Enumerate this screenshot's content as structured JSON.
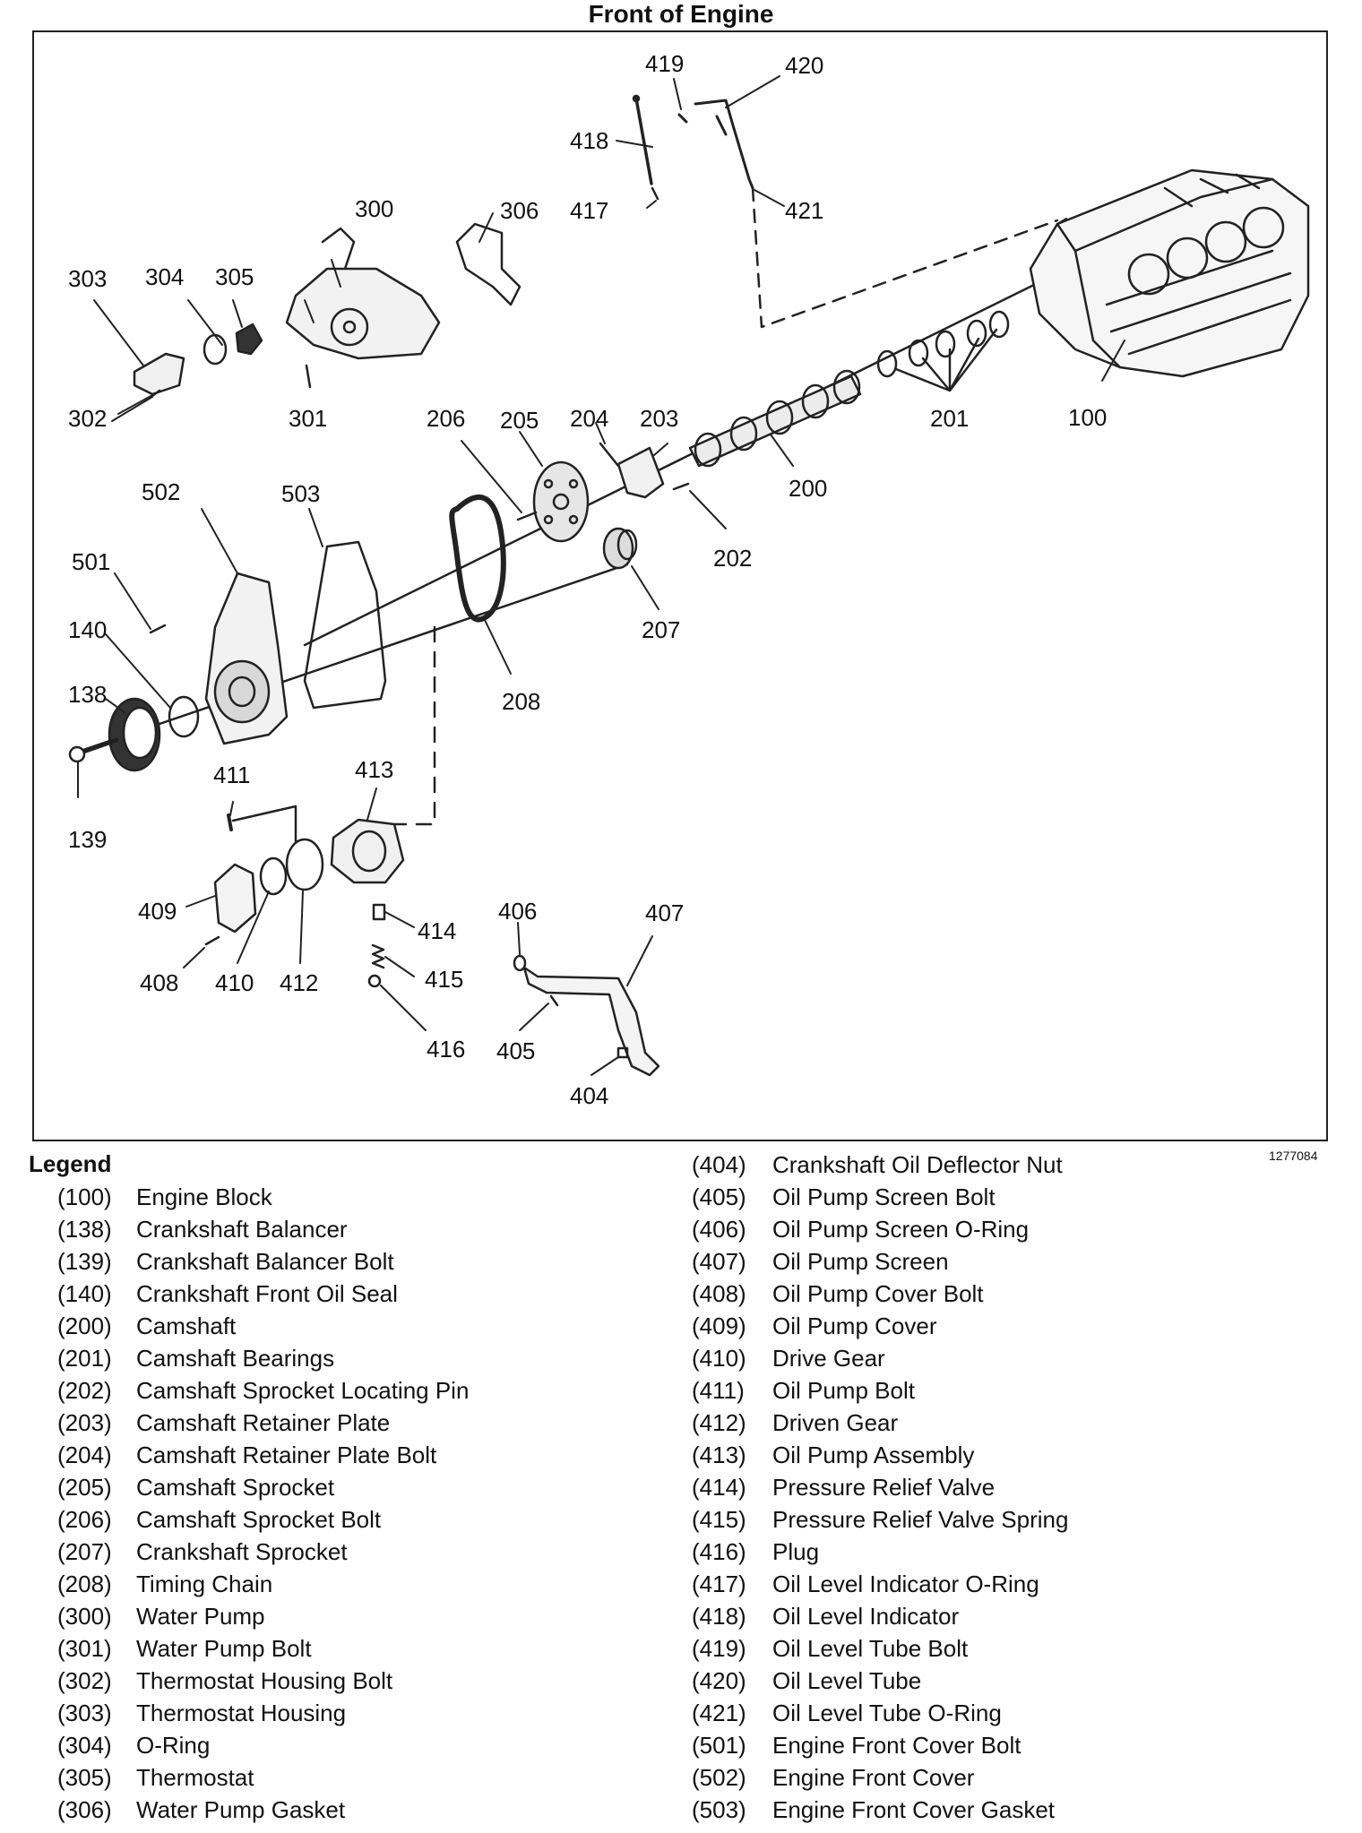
{
  "title": "Front of Engine",
  "figure_id": "1277084",
  "legend_title": "Legend",
  "callouts": {
    "c100": "100",
    "c138": "138",
    "c139": "139",
    "c140": "140",
    "c200": "200",
    "c201": "201",
    "c202": "202",
    "c203": "203",
    "c204": "204",
    "c205": "205",
    "c206": "206",
    "c207": "207",
    "c208": "208",
    "c300": "300",
    "c301": "301",
    "c302": "302",
    "c303": "303",
    "c304": "304",
    "c305": "305",
    "c306": "306",
    "c404": "404",
    "c405": "405",
    "c406": "406",
    "c407": "407",
    "c408": "408",
    "c409": "409",
    "c410": "410",
    "c411": "411",
    "c412": "412",
    "c413": "413",
    "c414": "414",
    "c415": "415",
    "c416": "416",
    "c417": "417",
    "c418": "418",
    "c419": "419",
    "c420": "420",
    "c421": "421",
    "c501": "501",
    "c502": "502",
    "c503": "503"
  },
  "legend_left": [
    {
      "num": "(100)",
      "name": "Engine Block"
    },
    {
      "num": "(138)",
      "name": "Crankshaft Balancer"
    },
    {
      "num": "(139)",
      "name": "Crankshaft Balancer Bolt"
    },
    {
      "num": "(140)",
      "name": "Crankshaft Front Oil Seal"
    },
    {
      "num": "(200)",
      "name": "Camshaft"
    },
    {
      "num": "(201)",
      "name": "Camshaft Bearings"
    },
    {
      "num": "(202)",
      "name": "Camshaft Sprocket Locating Pin"
    },
    {
      "num": "(203)",
      "name": "Camshaft Retainer Plate"
    },
    {
      "num": "(204)",
      "name": "Camshaft Retainer Plate Bolt"
    },
    {
      "num": "(205)",
      "name": "Camshaft Sprocket"
    },
    {
      "num": "(206)",
      "name": "Camshaft Sprocket Bolt"
    },
    {
      "num": "(207)",
      "name": "Crankshaft Sprocket"
    },
    {
      "num": "(208)",
      "name": "Timing Chain"
    },
    {
      "num": "(300)",
      "name": "Water Pump"
    },
    {
      "num": "(301)",
      "name": "Water Pump Bolt"
    },
    {
      "num": "(302)",
      "name": "Thermostat Housing Bolt"
    },
    {
      "num": "(303)",
      "name": "Thermostat Housing"
    },
    {
      "num": "(304)",
      "name": "O-Ring"
    },
    {
      "num": "(305)",
      "name": "Thermostat"
    },
    {
      "num": "(306)",
      "name": "Water Pump Gasket"
    }
  ],
  "legend_right": [
    {
      "num": "(404)",
      "name": "Crankshaft Oil Deflector Nut"
    },
    {
      "num": "(405)",
      "name": "Oil Pump Screen Bolt"
    },
    {
      "num": "(406)",
      "name": "Oil Pump Screen O-Ring"
    },
    {
      "num": "(407)",
      "name": "Oil Pump Screen"
    },
    {
      "num": "(408)",
      "name": "Oil Pump Cover Bolt"
    },
    {
      "num": "(409)",
      "name": "Oil Pump Cover"
    },
    {
      "num": "(410)",
      "name": "Drive Gear"
    },
    {
      "num": "(411)",
      "name": "Oil Pump Bolt"
    },
    {
      "num": "(412)",
      "name": "Driven Gear"
    },
    {
      "num": "(413)",
      "name": "Oil Pump Assembly"
    },
    {
      "num": "(414)",
      "name": "Pressure Relief Valve"
    },
    {
      "num": "(415)",
      "name": "Pressure Relief Valve Spring"
    },
    {
      "num": "(416)",
      "name": "Plug"
    },
    {
      "num": "(417)",
      "name": "Oil Level Indicator O-Ring"
    },
    {
      "num": "(418)",
      "name": "Oil Level Indicator"
    },
    {
      "num": "(419)",
      "name": "Oil Level Tube Bolt"
    },
    {
      "num": "(420)",
      "name": "Oil Level Tube"
    },
    {
      "num": "(421)",
      "name": "Oil Level Tube O-Ring"
    },
    {
      "num": "(501)",
      "name": "Engine Front Cover Bolt"
    },
    {
      "num": "(502)",
      "name": "Engine Front Cover"
    },
    {
      "num": "(503)",
      "name": "Engine Front Cover Gasket"
    }
  ]
}
